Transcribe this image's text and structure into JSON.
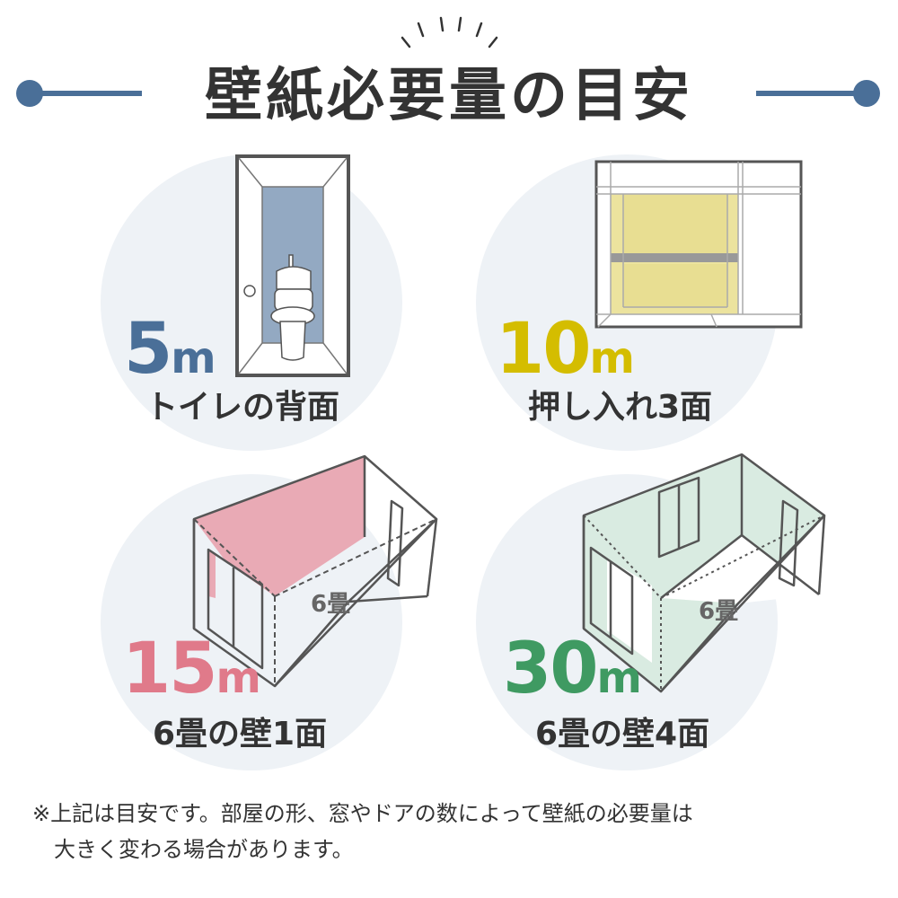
{
  "header": {
    "title": "壁紙必要量の目安",
    "accent_color": "#4a6f98"
  },
  "cards": [
    {
      "amount": "5",
      "unit": "m",
      "label": "トイレの背面",
      "color": "#4a6f98",
      "illustration": "toilet-room-icon"
    },
    {
      "amount": "10",
      "unit": "m",
      "label": "押し入れ3面",
      "color": "#d4bd00",
      "illustration": "closet-icon"
    },
    {
      "amount": "15",
      "unit": "m",
      "label": "6畳の壁1面",
      "color": "#e07a8a",
      "illustration": "room-one-wall-icon",
      "room_size": "6畳"
    },
    {
      "amount": "30",
      "unit": "m",
      "label": "6畳の壁4面",
      "color": "#3f9a62",
      "illustration": "room-four-walls-icon",
      "room_size": "6畳"
    }
  ],
  "footnote": {
    "line1": "※上記は目安です。部屋の形、窓やドアの数によって壁紙の必要量は",
    "line2": "大きく変わる場合があります。"
  }
}
